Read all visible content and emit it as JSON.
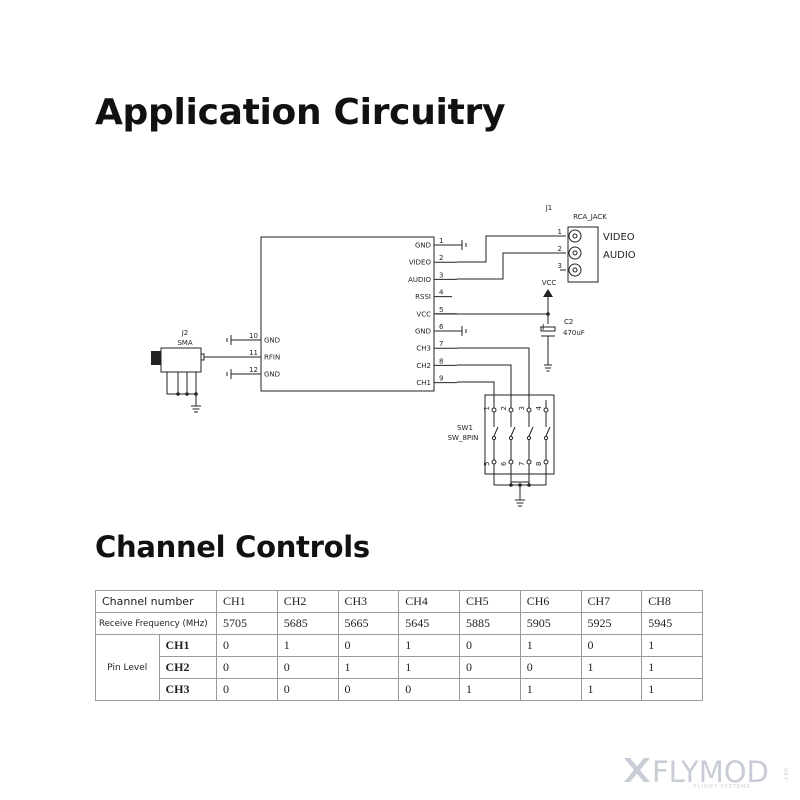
{
  "headings": {
    "application": "Application Circuitry",
    "channels": "Channel Controls"
  },
  "schematic": {
    "module_pins_right": [
      {
        "num": "1",
        "label": "GND"
      },
      {
        "num": "2",
        "label": "VIDEO"
      },
      {
        "num": "3",
        "label": "AUDIO"
      },
      {
        "num": "4",
        "label": "RSSI"
      },
      {
        "num": "5",
        "label": "VCC"
      },
      {
        "num": "6",
        "label": "GND"
      },
      {
        "num": "7",
        "label": "CH3"
      },
      {
        "num": "8",
        "label": "CH2"
      },
      {
        "num": "9",
        "label": "CH1"
      }
    ],
    "module_pins_left": [
      {
        "num": "10",
        "label": "GND"
      },
      {
        "num": "11",
        "label": "RFIN"
      },
      {
        "num": "12",
        "label": "GND"
      }
    ],
    "j1": {
      "ref": "J1",
      "name": "RCA_JACK",
      "pins": [
        "1",
        "2",
        "3"
      ],
      "labels": [
        "VIDEO",
        "AUDIO"
      ]
    },
    "j2": {
      "ref": "J2",
      "name": "SMA"
    },
    "vcc": "VCC",
    "c2": {
      "ref": "C2",
      "value": "470uF",
      "plus": "+"
    },
    "sw1": {
      "ref": "SW1",
      "name": "SW_8PIN",
      "top_pins": [
        "1",
        "2",
        "3",
        "4"
      ],
      "bottom_pins": [
        "5",
        "6",
        "7",
        "8"
      ]
    }
  },
  "table": {
    "header_label": "Channel number",
    "freq_label": "Receive Frequency (MHz)",
    "pin_level_label": "Pin Level",
    "channels": [
      "CH1",
      "CH2",
      "CH3",
      "CH4",
      "CH5",
      "CH6",
      "CH7",
      "CH8"
    ],
    "frequencies": [
      "5705",
      "5685",
      "5665",
      "5645",
      "5885",
      "5905",
      "5925",
      "5945"
    ],
    "pin_rows": [
      {
        "pin": "CH1",
        "values": [
          "0",
          "1",
          "0",
          "1",
          "0",
          "1",
          "0",
          "1"
        ]
      },
      {
        "pin": "CH2",
        "values": [
          "0",
          "0",
          "1",
          "1",
          "0",
          "0",
          "1",
          "1"
        ]
      },
      {
        "pin": "CH3",
        "values": [
          "0",
          "0",
          "0",
          "0",
          "1",
          "1",
          "1",
          "1"
        ]
      }
    ]
  },
  "watermark": {
    "brand": "FLYMOD",
    "tagline": "FLIGHT SYSTEMS",
    "suffix": "NET"
  }
}
